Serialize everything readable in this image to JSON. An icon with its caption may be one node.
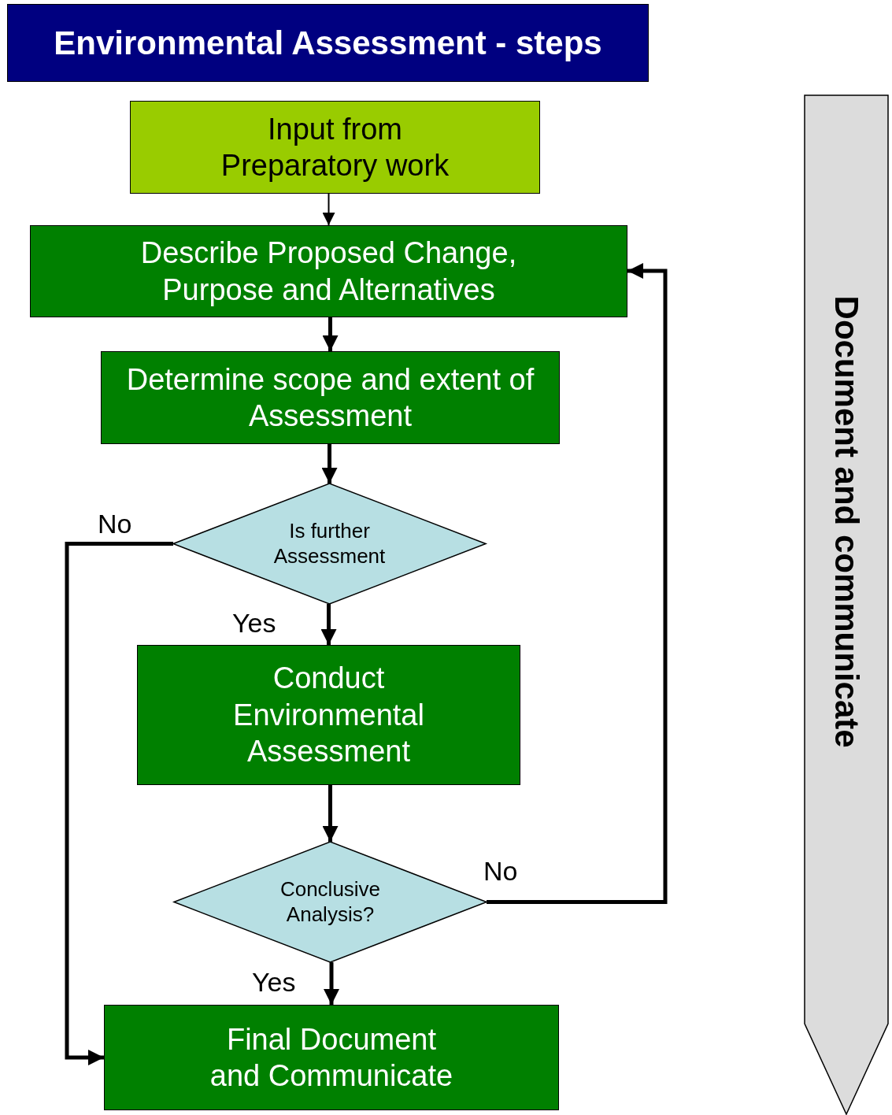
{
  "diagram": {
    "title": "Environmental Assessment - steps",
    "nodes": [
      {
        "text": [
          "Input from Preparatory work"
        ]
      },
      {
        "text": [
          "Describe Proposed Change, Purpose and Alternatives"
        ]
      },
      {
        "text": [
          "Determine scope and extent of Assessment"
        ]
      },
      {
        "text": [
          "Is further Assessment"
        ]
      },
      {
        "text": [
          "Conduct Environmental Assessment"
        ]
      },
      {
        "text": [
          "Conclusive Analysis?"
        ]
      },
      {
        "text": [
          "Final Document and Communicate"
        ]
      },
      {
        "text": [
          "Document and communicate"
        ]
      }
    ],
    "edges": [
      {
        "from": 0,
        "to": 1,
        "arrow": "to"
      },
      {
        "from": 1,
        "to": 2,
        "arrow": "to"
      },
      {
        "from": 2,
        "to": 3,
        "arrow": "to"
      },
      {
        "from": 3,
        "to": 4,
        "arrow": "to",
        "label": "Yes"
      },
      {
        "from": 4,
        "to": 5,
        "arrow": "to"
      },
      {
        "from": 5,
        "to": 6,
        "arrow": "to",
        "label": "Yes"
      },
      {
        "from": 3,
        "to": 6,
        "arrow": "to",
        "label": "No"
      },
      {
        "from": 5,
        "to": 1,
        "arrow": "to",
        "label": "No"
      }
    ]
  }
}
